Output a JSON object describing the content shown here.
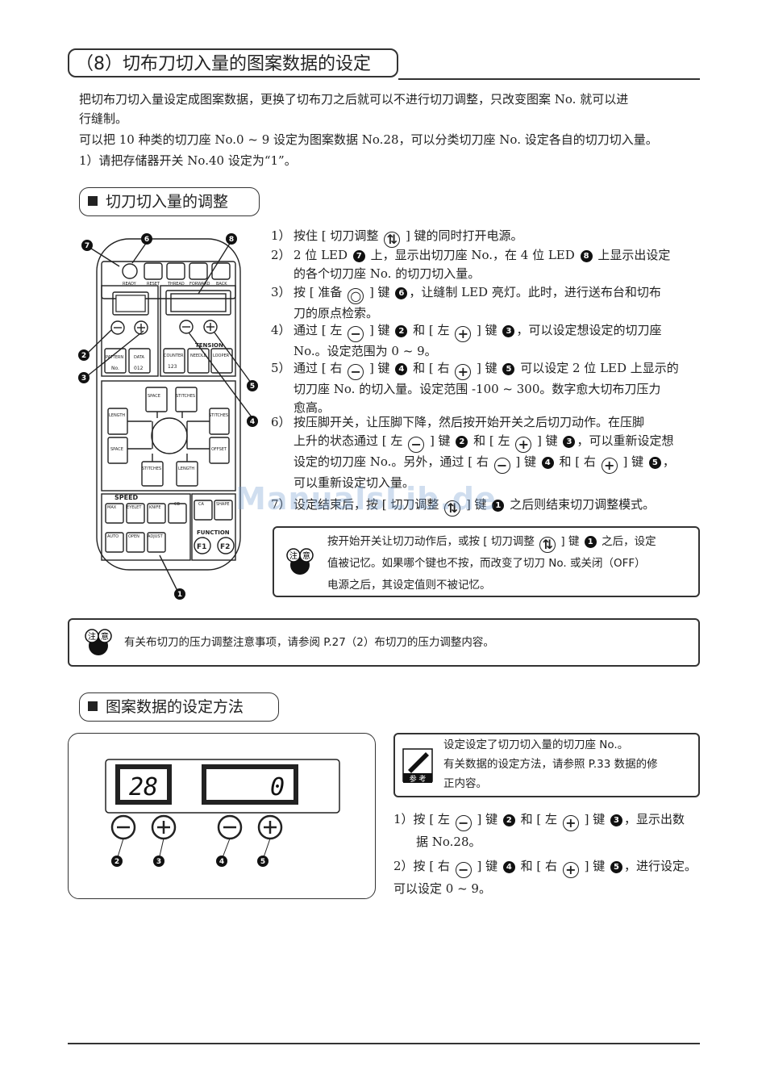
{
  "section": {
    "title": "（8）切布刀切入量的图案数据的设定"
  },
  "intro": {
    "line1": "把切布刀切入量设定成图案数据，更换了切布刀之后就可以不进行切刀调整，只改变图案 No. 就可以进",
    "line2": "行缝制。",
    "line3": "可以把 10 种类的切刀座 No.0 ~ 9 设定为图案数据 No.28，可以分类切刀座 No. 设定各自的切刀切入量。",
    "line4": "1）请把存储器开关 No.40 设定为“1”。"
  },
  "sub1": {
    "title": "切刀切入量的调整"
  },
  "panel": {
    "ready": "READY",
    "reset": "RESET",
    "thread": "THREAD",
    "forward": "FORWARD",
    "back": "BACK",
    "tension": "TENSION",
    "pattern": "PATTERN",
    "pattern_no": "No.",
    "data": "DATA",
    "data_val": "012",
    "counter": "COUNTER",
    "counter_val": "123",
    "needle": "NEEDLE",
    "looper": "LOOPER",
    "space_top": "SPACE",
    "stitches_top": "STITCHES",
    "length_left": "LENGTH",
    "stitches_right": "STITCHES",
    "space_left": "SPACE",
    "offset": "OFFSET",
    "stitches_bottom": "STITCHES",
    "length_bottom": "LENGTH",
    "speed": "SPEED",
    "max": "MAX",
    "eyelet": "EYELET",
    "knife": "KNIFE",
    "cb": "CB",
    "ca": "CA",
    "shape": "SHAPE",
    "auto": "AUTO",
    "open": "OPEN",
    "adjust": "ADJUST",
    "function": "FUNCTION",
    "f1": "F1",
    "f2": "F2",
    "callouts": [
      "7",
      "6",
      "8",
      "2",
      "3",
      "5",
      "4",
      "1"
    ]
  },
  "steps": [
    {
      "n": "1）",
      "a": "按住 [ 切刀调整 ",
      "b": " ] 键的同时打开电源。"
    },
    {
      "n": "2）",
      "line1": "2 位 LED ",
      "m1": "7",
      "t1": " 上，显示出切刀座 No.，在 4 位 LED ",
      "m2": "8",
      "t2": " 上显示出设定",
      "line2": "的各个切刀座 No. 的切刀切入量。"
    },
    {
      "n": "3）",
      "a": "按 [ 准备 ",
      "b": " ] 键 ",
      "m": "6",
      "c": "，让缝制 LED 亮灯。此时，进行送布台和切布",
      "line2": "刀的原点检索。"
    },
    {
      "n": "4）",
      "a": "通过 [ 左 ",
      "b": " ] 键 ",
      "m1": "2",
      "c": " 和 [ 左 ",
      "d": " ] 键 ",
      "m2": "3",
      "e": "，可以设定想设定的切刀座",
      "line2": "No.。设定范围为 0 ~ 9。"
    },
    {
      "n": "5）",
      "a": "通过 [ 右 ",
      "b": " ] 键 ",
      "m1": "4",
      "c": " 和 [ 右 ",
      "d": " ] 键 ",
      "m2": "5",
      "e": " 可以设定 2 位 LED 上显示的",
      "line2": "切刀座 No. 的切入量。设定范围 -100 ~ 300。数字愈大切布刀压力",
      "line3": "愈高。"
    },
    {
      "n": "6）",
      "line1": "按压脚开关，让压脚下降，然后按开始开关之后切刀动作。在压脚",
      "a": "上升的状态通过 [ 左 ",
      "b": " ] 键 ",
      "m1": "2",
      "c": " 和 [ 左 ",
      "d": " ] 键 ",
      "m2": "3",
      "e": "，可以重新设定想",
      "f": "设定的切刀座 No.。另外，通过 [ 右 ",
      "g": " ] 键 ",
      "m3": "4",
      "h": " 和 [ 右 ",
      "i": " ] 键 ",
      "m4": "5",
      "j": "，",
      "line4": "可以重新设定切入量。"
    },
    {
      "n": "7）",
      "a": "设定结束后，按 [ 切刀调整 ",
      "b": " ] 键 ",
      "m": "1",
      "c": " 之后则结束切刀调整模式。"
    }
  ],
  "note1": {
    "icon": "caution-hand-icon",
    "icon_text1": "注",
    "icon_text2": "意",
    "a": "按开始开关让切刀动作后，或按 [ 切刀调整 ",
    "b": " ] 键 ",
    "m": "1",
    "c": " 之后，设定",
    "line2": "值被记忆。如果哪个键也不按，而改变了切刀 No. 或关闭（OFF）",
    "line3": "电源之后，其设定值则不被记忆。"
  },
  "note2": {
    "icon": "caution-hand-icon",
    "icon_text1": "注",
    "icon_text2": "意",
    "text": "有关布切刀的压力调整注意事项，请参阅 P.27（2）布切刀的压力调整内容。"
  },
  "sub2": {
    "title": "图案数据的设定方法"
  },
  "display": {
    "left_value": "28",
    "right_value": "0",
    "callouts": [
      "2",
      "3",
      "4",
      "5"
    ]
  },
  "ref": {
    "icon": "reference-pen-icon",
    "icon_text": "参 考",
    "line1": "设定设定了切刀切入量的切刀座 No.。",
    "line2": "有关数据的设定方法，请参照 P.33  数据的修",
    "line3": "正内容。"
  },
  "steps2": [
    {
      "n": "1）",
      "a": "按 [ 左 ",
      "b": " ] 键 ",
      "m1": "2",
      "c": " 和 [ 左 ",
      "d": " ] 键 ",
      "m2": "3",
      "e": "，显示出数",
      "line2": "据 No.28。"
    },
    {
      "n": "2）",
      "a": "按 [ 右 ",
      "b": " ] 键 ",
      "m1": "4",
      "c": " 和 [ 右 ",
      "d": " ] 键 ",
      "m2": "5",
      "e": "，进行设定。",
      "line2": "可以设定 0 ~ 9。"
    }
  ],
  "watermark": "ManualsLib.de",
  "colors": {
    "ink": "#222222",
    "watermark": "#a6c2e4"
  }
}
